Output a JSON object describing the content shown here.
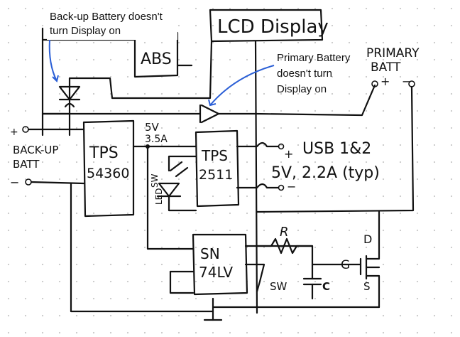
{
  "notes": {
    "backup_line1": "Back-up Battery doesn't",
    "backup_line2": "turn Display on",
    "primary_line1": "Primary Battery",
    "primary_line2": "doesn't turn",
    "primary_line3": "Display on"
  },
  "blocks": {
    "lcd": "LCD Display",
    "abs": "ABS",
    "tps54360_line1": "TPS",
    "tps54360_line2": "54360",
    "tps2511_line1": "TPS",
    "tps2511_line2": "2511",
    "sn_line1": "SN",
    "sn_line2": "74LV"
  },
  "labels": {
    "primary_batt_line1": "PRIMARY",
    "primary_batt_line2": "BATT",
    "primary_plus": "+",
    "primary_minus": "−",
    "backup_batt_line1": "BACK-UP",
    "backup_batt_line2": "BATT",
    "backup_plus": "+",
    "backup_minus": "−",
    "rail_v": "5V",
    "rail_a": "3.5A",
    "usb_line1": "USB 1&2",
    "usb_line2": "5V, 2.2A (typ)",
    "usb_plus": "+",
    "usb_minus": "−",
    "led": "LED",
    "sw_led": "SW",
    "sw_lower": "SW",
    "resistor": "R",
    "cap": "C",
    "fet_d": "D",
    "fet_g": "G",
    "fet_s": "S"
  },
  "colors": {
    "ink": "#111111",
    "arrow": "#2b5fd6",
    "grid_dot": "#c8c8c8"
  }
}
